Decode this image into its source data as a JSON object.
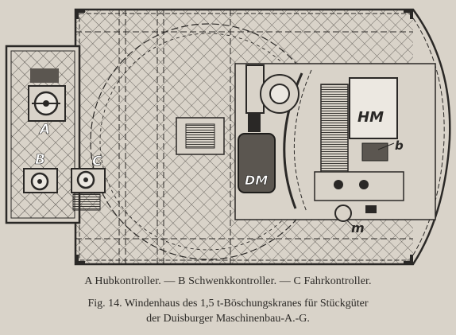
{
  "figure": {
    "labels": {
      "a": "A",
      "b": "B",
      "c": "C",
      "dm": "DM",
      "hm": "HM",
      "b_small": "b",
      "m": "m"
    }
  },
  "caption": {
    "legend": "A Hubkontroller. — B Schwenkkontroller. — C Fahrkontroller.",
    "line1": "Fig. 14.  Windenhaus des 1,5 t-Böschungskranes für Stückgüter",
    "line2": "der Duisburger Maschinenbau-A.-G."
  }
}
